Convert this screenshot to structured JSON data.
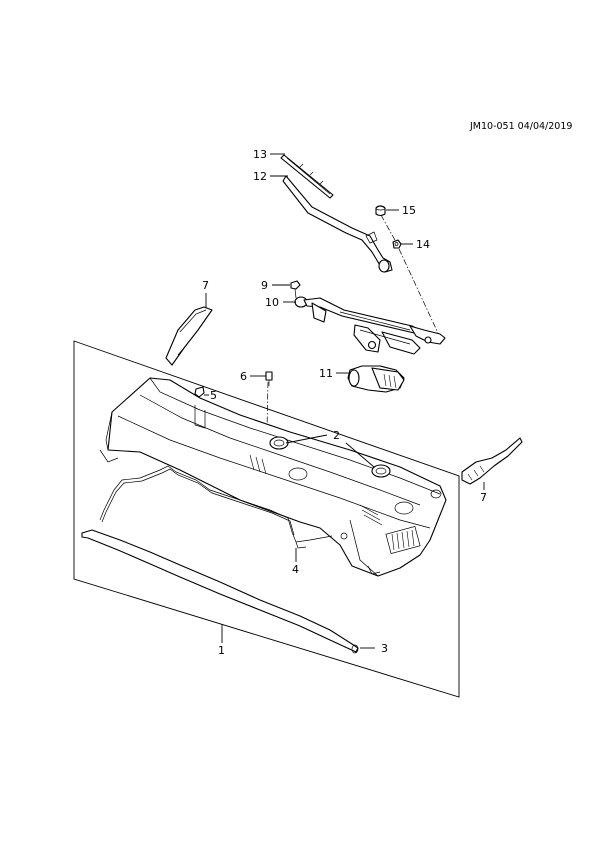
{
  "reference": "JM10-051 04/04/2019",
  "callouts": [
    {
      "id": "13",
      "text": "13"
    },
    {
      "id": "12",
      "text": "12"
    },
    {
      "id": "15",
      "text": "15"
    },
    {
      "id": "14",
      "text": "14"
    },
    {
      "id": "7a",
      "text": "7"
    },
    {
      "id": "9",
      "text": "9"
    },
    {
      "id": "10",
      "text": "10"
    },
    {
      "id": "11",
      "text": "11"
    },
    {
      "id": "6",
      "text": "6"
    },
    {
      "id": "5",
      "text": "5"
    },
    {
      "id": "2",
      "text": "2"
    },
    {
      "id": "7b",
      "text": "7"
    },
    {
      "id": "4",
      "text": "4"
    },
    {
      "id": "1",
      "text": "1"
    },
    {
      "id": "3",
      "text": "3"
    }
  ]
}
